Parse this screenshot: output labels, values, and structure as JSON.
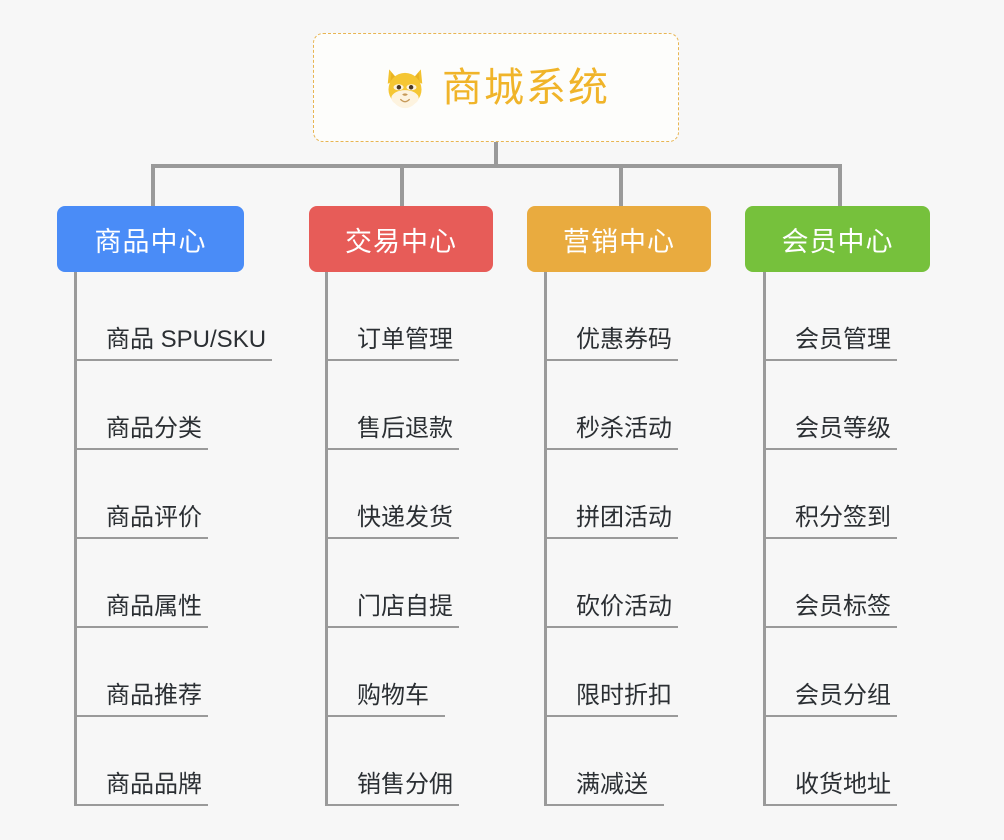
{
  "diagram": {
    "type": "mind-map",
    "background_color": "#f7f7f7",
    "root": {
      "title": "商城系统",
      "icon": "dog-face-emoji",
      "text_color": "#f0b429",
      "border_color": "#e8b552",
      "background_color": "#fdfdfb"
    },
    "connector_color": "#9a9a9a",
    "branches": [
      {
        "label": "商品中心",
        "color": "#4a8cf7",
        "items": [
          "商品 SPU/SKU",
          "商品分类",
          "商品评价",
          "商品属性",
          "商品推荐",
          "商品品牌"
        ]
      },
      {
        "label": "交易中心",
        "color": "#e75c58",
        "items": [
          "订单管理",
          "售后退款",
          "快递发货",
          "门店自提",
          "购物车",
          "销售分佣"
        ]
      },
      {
        "label": "营销中心",
        "color": "#e9ab3f",
        "items": [
          "优惠券码",
          "秒杀活动",
          "拼团活动",
          "砍价活动",
          "限时折扣",
          "满减送"
        ]
      },
      {
        "label": "会员中心",
        "color": "#76c13c",
        "items": [
          "会员管理",
          "会员等级",
          "积分签到",
          "会员标签",
          "会员分组",
          "收货地址"
        ]
      }
    ]
  }
}
